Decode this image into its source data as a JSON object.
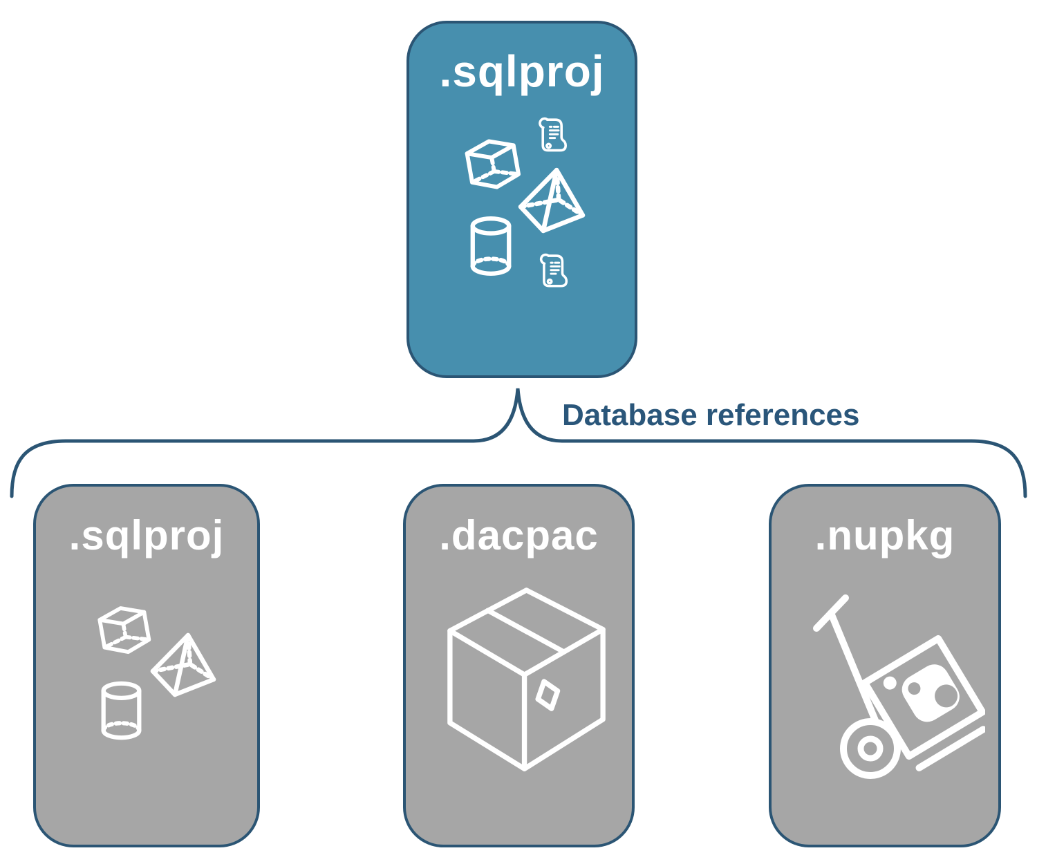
{
  "theme": {
    "background": "#FFFFFF",
    "accent_blue": "#478FAE",
    "box_gray": "#A6A6A6",
    "border_blue": "#2B5574",
    "label_white": "#FFFFFF",
    "connector_text_color": "#2A567A"
  },
  "diagram": {
    "root_box": {
      "label": ".sqlproj",
      "icons": [
        "scroll-icon",
        "cube-icon",
        "pyramid-icon",
        "cylinder-icon",
        "scroll-icon"
      ]
    },
    "connector": {
      "label": "Database references"
    },
    "child_boxes": [
      {
        "label": ".sqlproj",
        "icons": [
          "cube-icon",
          "pyramid-icon",
          "cylinder-icon"
        ]
      },
      {
        "label": ".dacpac",
        "icons": [
          "package-icon"
        ]
      },
      {
        "label": ".nupkg",
        "icons": [
          "nuget-delivery-icon"
        ]
      }
    ]
  }
}
